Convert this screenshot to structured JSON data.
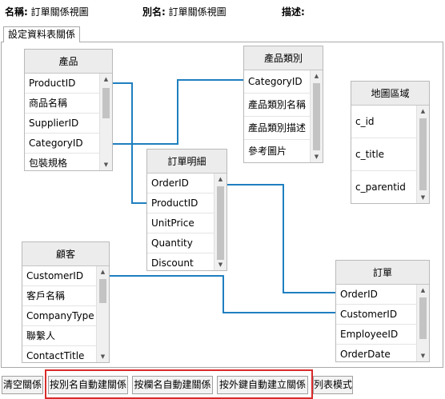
{
  "header": {
    "name_label": "名稱:",
    "name_value": "訂單關係視圖",
    "alias_label": "別名:",
    "alias_value": "訂單關係視圖",
    "desc_label": "描述:"
  },
  "tab": {
    "label": "設定資料表關係"
  },
  "tables": {
    "products": {
      "title": "產品",
      "fields": [
        "ProductID",
        "商品名稱",
        "SupplierID",
        "CategoryID",
        "包裝規格"
      ]
    },
    "categories": {
      "title": "產品類別",
      "fields": [
        "CategoryID",
        "產品類別名稱",
        "產品類別描述",
        "參考圖片"
      ]
    },
    "map_region": {
      "title": "地圖區域",
      "fields": [
        "c_id",
        "c_title",
        "c_parentid"
      ]
    },
    "order_details": {
      "title": "訂單明細",
      "fields": [
        "OrderID",
        "ProductID",
        "UnitPrice",
        "Quantity",
        "Discount"
      ]
    },
    "customers": {
      "title": "顧客",
      "fields": [
        "CustomerID",
        "客戶名稱",
        "CompanyType",
        "聯繫人",
        "ContactTitle"
      ]
    },
    "orders": {
      "title": "訂單",
      "fields": [
        "OrderID",
        "CustomerID",
        "EmployeeID",
        "OrderDate"
      ]
    }
  },
  "toolbar": {
    "clear": "清空關係",
    "by_alias": "按別名自動建關係",
    "by_column": "按欄名自動建關係",
    "by_fk": "按外鍵自動建立關係",
    "list_mode": "列表模式"
  },
  "colors": {
    "link": "#1f7fc0",
    "highlight": "#d92a2a"
  }
}
